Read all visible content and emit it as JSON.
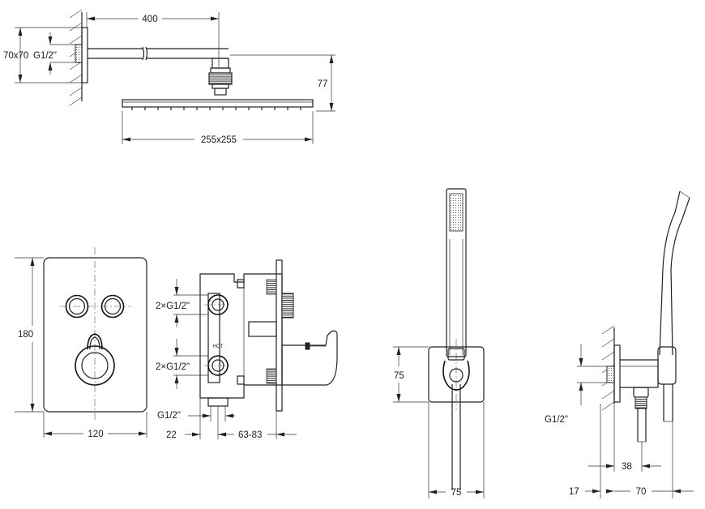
{
  "dimensions": {
    "arm_length": "400",
    "wall_flange": "70x70",
    "arm_thread": "G1/2\"",
    "head_drop": "77",
    "head_size": "255x255",
    "panel_height": "180",
    "panel_width": "120",
    "outlet_top": "2×G1/2\"",
    "outlet_bottom": "2×G1/2\"",
    "hot_marking": "HOT",
    "inlet_thread": "G1/2\"",
    "inlet_offset": "22",
    "install_depth": "63-83",
    "holder_height": "75",
    "holder_width": "75",
    "elbow_thread": "G1/2\"",
    "elbow_offset": "38",
    "elbow_depth": "17",
    "elbow_projection": "70"
  }
}
